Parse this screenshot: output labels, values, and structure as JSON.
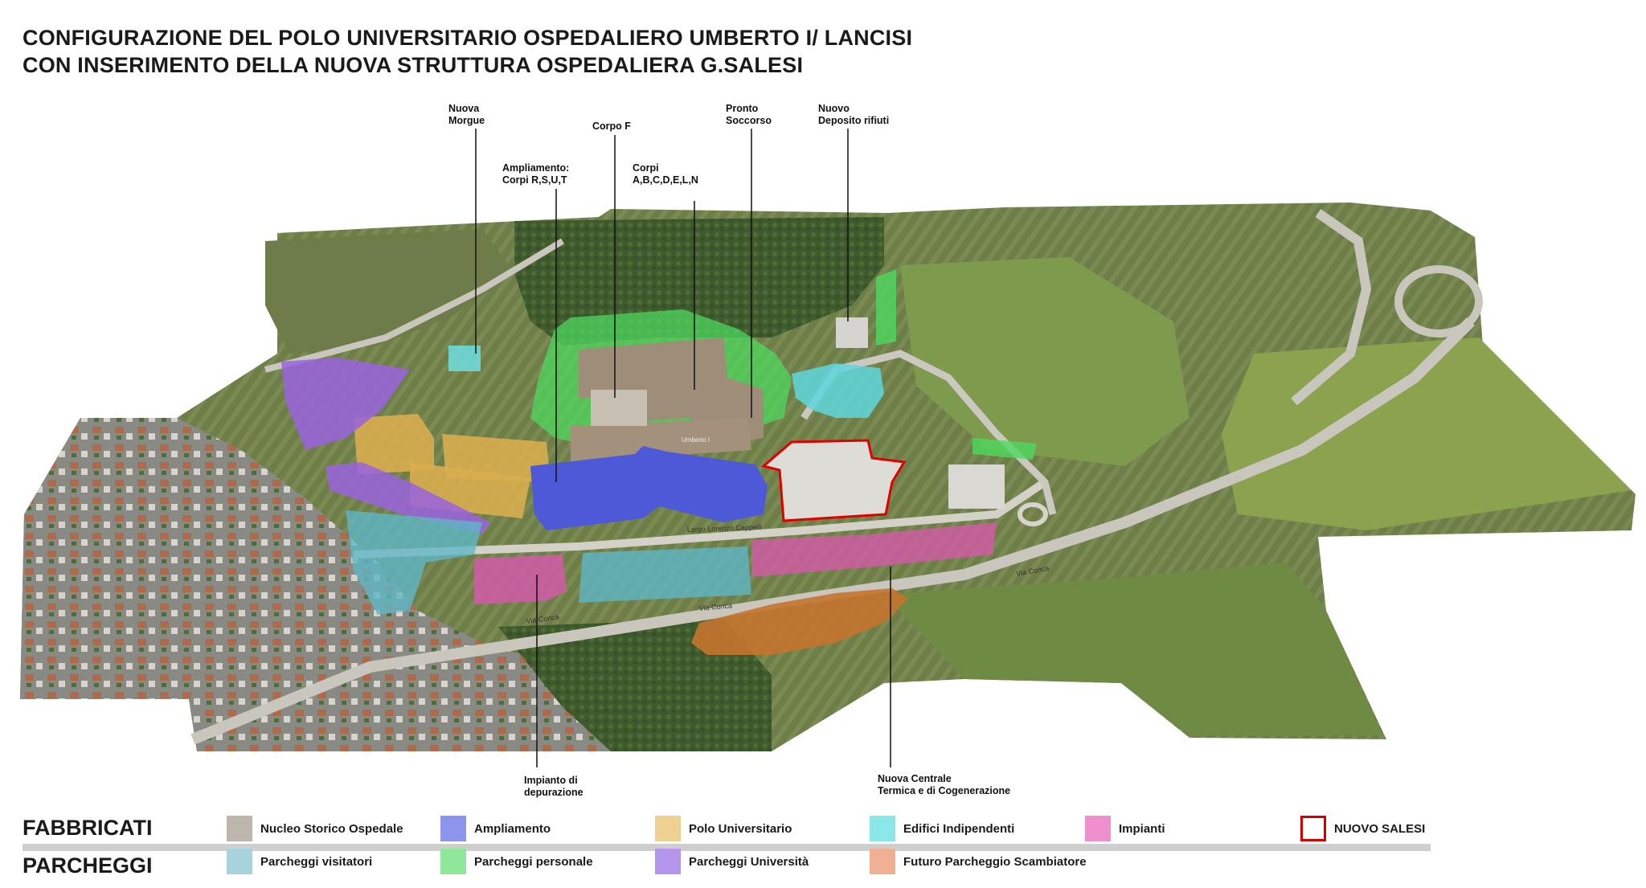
{
  "title": {
    "line1": "CONFIGURAZIONE DEL POLO UNIVERSITARIO OSPEDALIERO UMBERTO I/ LANCISI",
    "line2": "CON INSERIMENTO DELLA NUOVA STRUTTURA OSPEDALIERA G.SALESI"
  },
  "callouts": {
    "nuova_morgue": [
      "Nuova",
      "Morgue"
    ],
    "ampliamento": [
      "Ampliamento:",
      "Corpi R,S,U,T"
    ],
    "corpo_f": [
      "Corpo F"
    ],
    "corpi_abc": [
      "Corpi",
      "A,B,C,D,E,L,N"
    ],
    "pronto_soccorso": [
      "Pronto",
      "Soccorso"
    ],
    "deposito_rifiuti": [
      "Nuovo",
      "Deposito rifiuti"
    ],
    "impianto_depurazione": [
      "Impianto di",
      "depurazione"
    ],
    "centrale_termica": [
      "Nuova Centrale",
      "Termica e di Cogenerazione"
    ]
  },
  "legend": {
    "fabbricati_heading": "FABBRICATI",
    "parcheggi_heading": "PARCHEGGI",
    "fabbricati": [
      {
        "label": "Nucleo Storico Ospedale",
        "color": "#bdb6ad"
      },
      {
        "label": "Ampliamento",
        "color": "#8d94ec"
      },
      {
        "label": "Polo Universitario",
        "color": "#f0cf93"
      },
      {
        "label": "Edifici Indipendenti",
        "color": "#8ce8e8"
      },
      {
        "label": "Impianti",
        "color": "#f08fcd"
      },
      {
        "label": "NUOVO SALESI",
        "color": "#d40000"
      }
    ],
    "parcheggi": [
      {
        "label": "Parcheggi visitatori",
        "color": "#a6d3dc"
      },
      {
        "label": "Parcheggi personale",
        "color": "#8fe89a"
      },
      {
        "label": "Parcheggi Università",
        "color": "#b595ec"
      },
      {
        "label": "Futuro Parcheggio Scambiatore",
        "color": "#efb093"
      }
    ]
  },
  "map_labels": {
    "street_largo": "Largo Lorenzo Cappelli",
    "street_via_conca": "Via Conca",
    "building_umberto": "Umberto I"
  },
  "colors": {
    "terrain": "#6f7f4a",
    "urban": "#8b8a86",
    "road": "#c9c6bd",
    "historic": "#9e8e78",
    "ampliamento": "#4d59d6",
    "universitario": "#d8ad4f",
    "indipendenti": "#5fd6dd",
    "impianti": "#d35aa8",
    "visitatori": "#5fb7c7",
    "personale": "#4fd85f",
    "universita_parking": "#9a63df",
    "scambiatore": "#c4742e",
    "salesi": "#e00000"
  }
}
